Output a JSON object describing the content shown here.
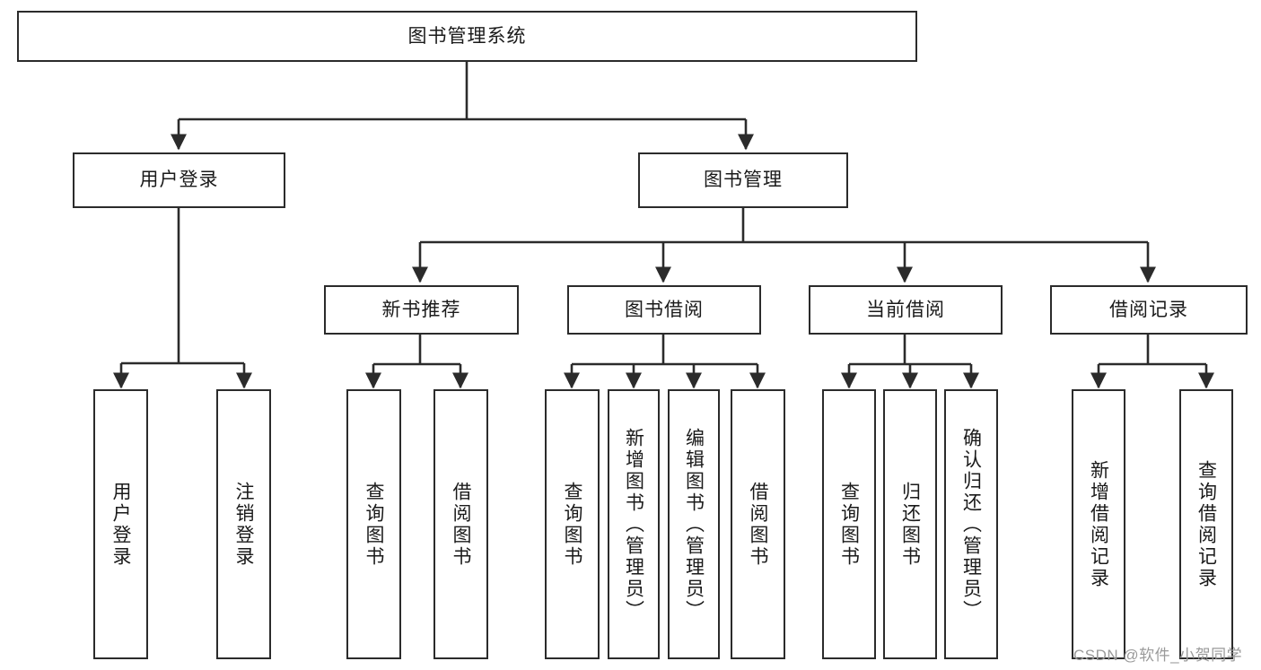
{
  "diagram": {
    "type": "tree",
    "title": "图书管理系统",
    "root": {
      "id": "root",
      "label": "图书管理系统"
    },
    "level2": [
      {
        "id": "user-login",
        "label": "用户登录"
      },
      {
        "id": "book-manage",
        "label": "图书管理"
      }
    ],
    "level3": [
      {
        "id": "new-book-rec",
        "label": "新书推荐"
      },
      {
        "id": "book-borrow",
        "label": "图书借阅"
      },
      {
        "id": "current-borrow",
        "label": "当前借阅"
      },
      {
        "id": "borrow-record",
        "label": "借阅记录"
      }
    ],
    "leaves": [
      {
        "id": "leaf-user-login",
        "label": "用户登录",
        "parent": "user-login"
      },
      {
        "id": "leaf-logout",
        "label": "注销登录",
        "parent": "user-login"
      },
      {
        "id": "leaf-query-book-1",
        "label": "查询图书",
        "parent": "new-book-rec"
      },
      {
        "id": "leaf-borrow-book-1",
        "label": "借阅图书",
        "parent": "new-book-rec"
      },
      {
        "id": "leaf-query-book-2",
        "label": "查询图书",
        "parent": "book-borrow"
      },
      {
        "id": "leaf-add-book",
        "label": "新增图书（管理员）",
        "parent": "book-borrow"
      },
      {
        "id": "leaf-edit-book",
        "label": "编辑图书（管理员）",
        "parent": "book-borrow"
      },
      {
        "id": "leaf-borrow-book-2",
        "label": "借阅图书",
        "parent": "book-borrow"
      },
      {
        "id": "leaf-query-book-3",
        "label": "查询图书",
        "parent": "current-borrow"
      },
      {
        "id": "leaf-return-book",
        "label": "归还图书",
        "parent": "current-borrow"
      },
      {
        "id": "leaf-confirm-return",
        "label": "确认归还（管理员）",
        "parent": "current-borrow"
      },
      {
        "id": "leaf-add-record",
        "label": "新增借阅记录",
        "parent": "borrow-record"
      },
      {
        "id": "leaf-query-record",
        "label": "查询借阅记录",
        "parent": "borrow-record"
      }
    ],
    "colors": {
      "line": "#2b2b2b",
      "box_fill": "#ffffff",
      "text": "#1a1a1a",
      "watermark": "#9a9a9a"
    }
  },
  "watermark": {
    "text": "CSDN @软件_小贺同学"
  }
}
